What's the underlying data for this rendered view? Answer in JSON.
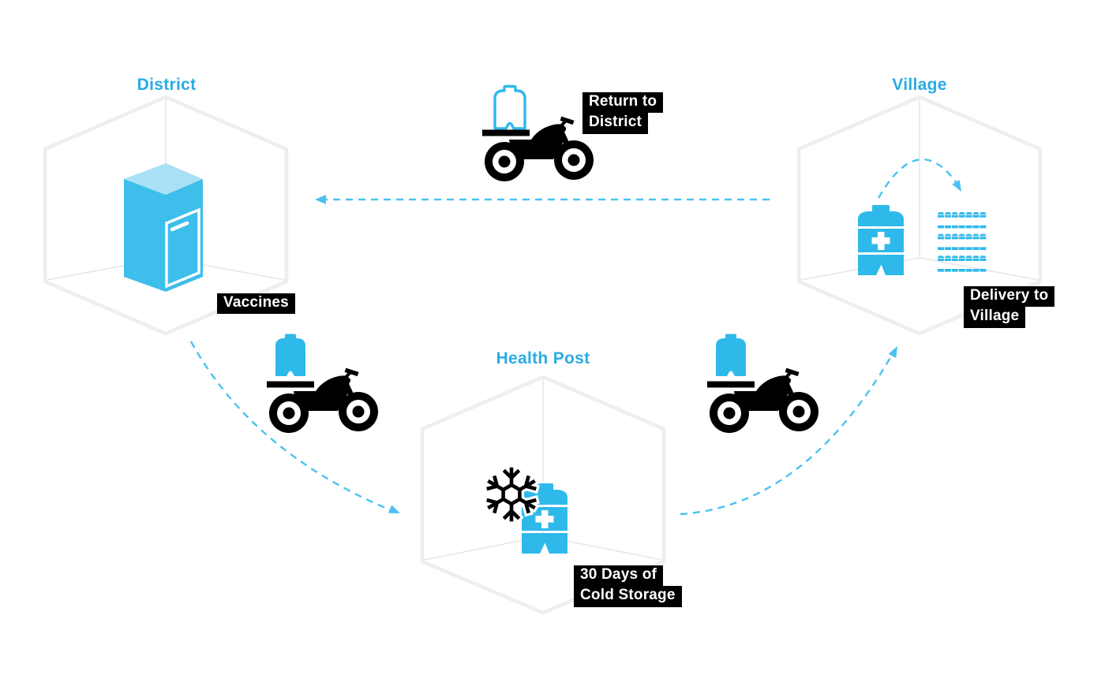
{
  "colors": {
    "accent_cyan": "#29ABE2",
    "icon_cyan": "#2FB9EA",
    "fridge_face": "#3DBEEB",
    "fridge_top": "#A9E0F5",
    "dash_cyan": "#4AC2F1",
    "hex_stroke": "#EEEEEE",
    "hex_inner": "#E7E7E7",
    "label_bg": "#000000",
    "label_fg": "#FFFFFF",
    "moto_black": "#000000"
  },
  "nodes": {
    "district": {
      "label": "District",
      "tag": "Vaccines",
      "icon": "refrigerator-icon"
    },
    "health_post": {
      "label": "Health Post",
      "tag_lines": [
        "30 Days of",
        "Cold Storage"
      ],
      "icons": [
        "snowflake-icon",
        "vaccine-cooler-icon"
      ]
    },
    "village": {
      "label": "Village",
      "tag_lines": [
        "Delivery to",
        "Village"
      ],
      "icons": [
        "vaccine-cooler-icon",
        "vial-grid-icon"
      ],
      "vial_grid": {
        "rows": 6,
        "cols": 7
      }
    }
  },
  "flows": {
    "village_to_district": {
      "label_lines": [
        "Return to",
        "District"
      ],
      "icon": "motorcycle-empty-carrier-icon",
      "style": "dashed-arrow-left"
    },
    "district_to_health_post": {
      "icon": "motorcycle-carrier-icon",
      "style": "dashed-arc-down"
    },
    "health_post_to_village": {
      "icon": "motorcycle-carrier-icon",
      "style": "dashed-arc-up"
    },
    "cooler_to_vials": {
      "style": "dashed-arc-over"
    }
  }
}
